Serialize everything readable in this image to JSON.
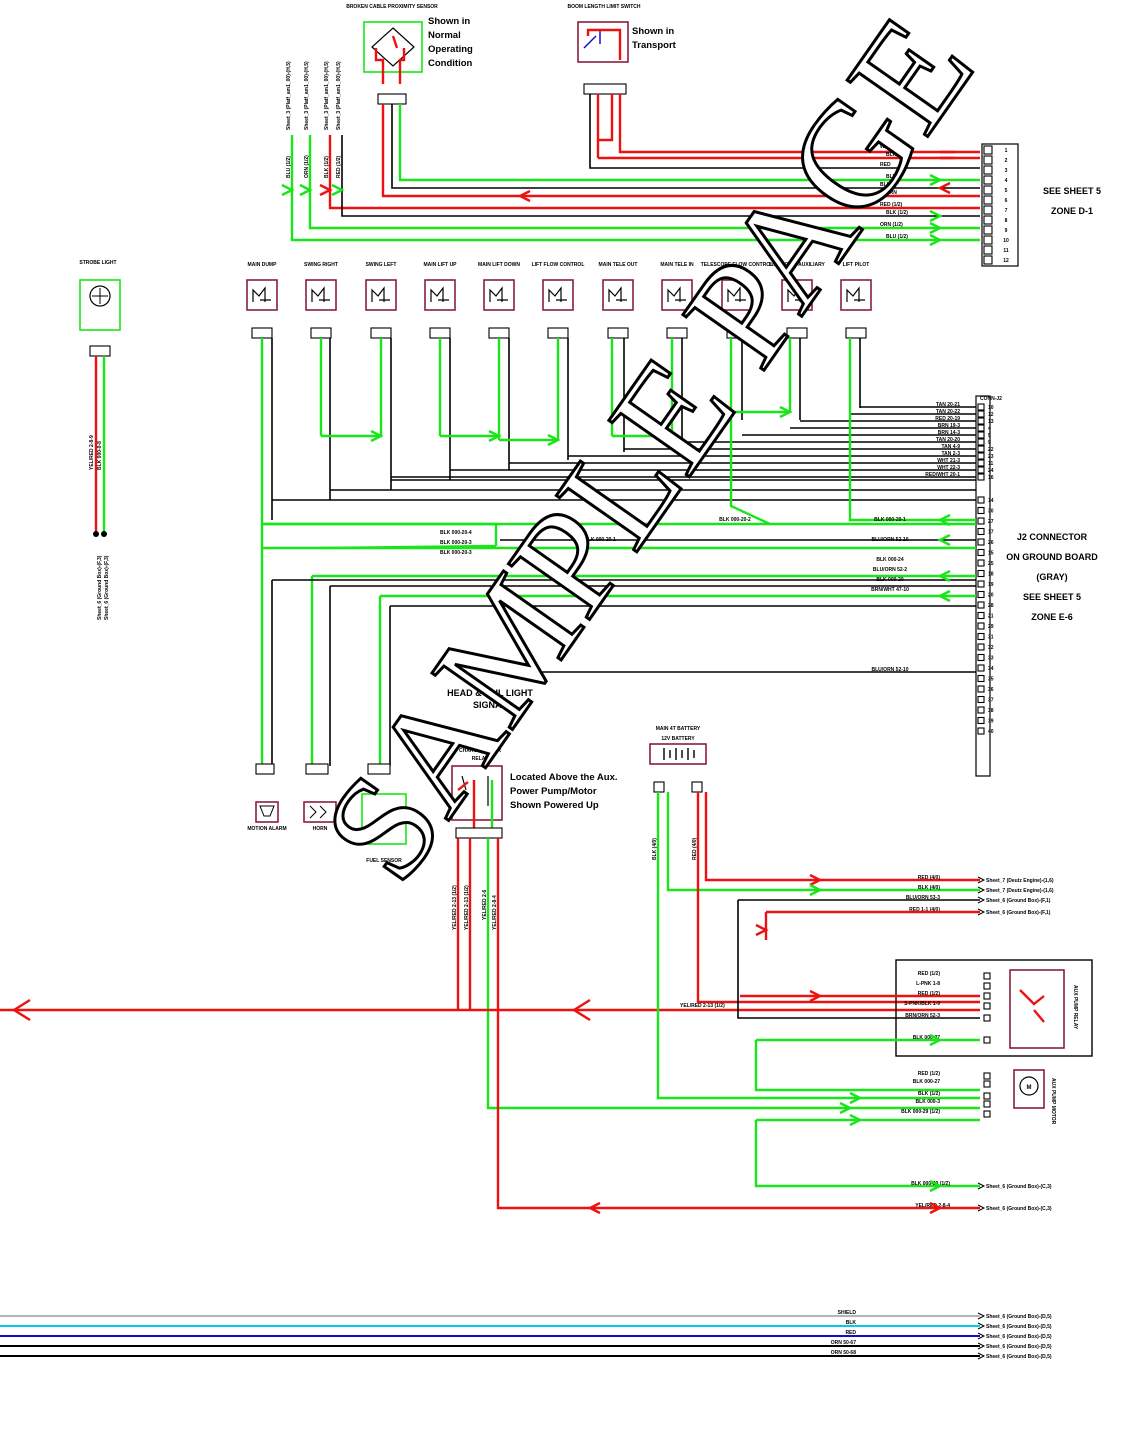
{
  "colors": {
    "green_wire": "#19e619",
    "red_wire": "#ee1111",
    "black_wire": "#000000",
    "component": "#8a1f3c",
    "light_blue": "#00ccee",
    "dark_blue": "#1010cc",
    "gray": "#b5b5b5"
  },
  "top": {
    "proximity": {
      "title": "BROKEN CABLE PROXIMITY SENSOR",
      "note": [
        "Shown in",
        "Normal",
        "Operating",
        "Condition"
      ]
    },
    "limit": {
      "title": "BOOM LENGTH LIMIT SWITCH",
      "note": [
        "Shown in",
        "Transport"
      ]
    },
    "wires": [
      "WHT",
      "BLK",
      "RED",
      "BLU",
      "BLK",
      "BRN",
      "RED (1/2)",
      "BLK (1/2)",
      "ORN (1/2)",
      "BLU (1/2)"
    ],
    "left_leads": [
      "Sheet_3 (Platf_am1_00)-(H,5)",
      "Sheet_3 (Platf_am1_00)-(H,5)",
      "Sheet_3 (Platf_am1_00)-(H,5)",
      "Sheet_3 (Platf_am1_00)-(H,5)"
    ],
    "left_wires": [
      "BLU (1/2)",
      "ORN (1/2)",
      "BLK (1/2)",
      "RED (1/2)"
    ],
    "sheet_ref": [
      "SEE SHEET 5",
      "ZONE D-1"
    ],
    "connector_pins": [
      "1",
      "2",
      "3",
      "4",
      "5",
      "6",
      "7",
      "8",
      "9",
      "10",
      "11",
      "12"
    ]
  },
  "strobe": {
    "title": "STROBE LIGHT",
    "wires": [
      "YEL/RED 2-8-9",
      "BLK 000-0-8"
    ],
    "leads": [
      "Sheet_6 (Ground Box)-(F,3)",
      "Sheet_6 (Ground Box)-(F,3)"
    ]
  },
  "valves": [
    {
      "label": "MAIN DUMP"
    },
    {
      "label": "SWING RIGHT"
    },
    {
      "label": "SWING LEFT"
    },
    {
      "label": "MAIN LIFT UP"
    },
    {
      "label": "MAIN LIFT DOWN"
    },
    {
      "label": "LIFT FLOW CONTROL"
    },
    {
      "label": "MAIN TELE OUT"
    },
    {
      "label": "MAIN TELE IN"
    },
    {
      "label": "TELESCOPE FLOW CONTROL"
    },
    {
      "label": "LIFT DOWN AUXILIARY"
    },
    {
      "label": "LIFT PILOT"
    }
  ],
  "j2": {
    "title": [
      "J2 CONNECTOR",
      "ON GROUND BOARD",
      "(GRAY)",
      "SEE SHEET 5",
      "ZONE E-6"
    ],
    "upper_wires": [
      "TAN 20-21",
      "TAN 20-22",
      "RED 20-19",
      "BRN 19-3",
      "BRN 14-3",
      "TAN 20-20",
      "TAN 4-9",
      "TAN 2-3",
      "WHT 21-3",
      "WHT 22-3",
      "RED/WHT 20-1"
    ],
    "upper_pins": [
      "10",
      "12",
      "13",
      "4",
      "5",
      "9",
      "22",
      "23",
      "11",
      "24",
      "16"
    ],
    "mid_wires": [
      "BLK 000-20-2",
      "BLK 000-20-1",
      "BLK 000-20-1",
      "BLU/ORN 52-10",
      "BLK 000-24",
      "BLU/ORN 52-2",
      "BLK 000-20",
      "BRN/WHT 47-10",
      "BLU/ORN 52-10"
    ],
    "left_wires": [
      "BLK 000-20-4",
      "BLK 000-20-3",
      "BLK 000-20-3"
    ],
    "lower_pins": [
      "14",
      "30",
      "27",
      "17",
      "26",
      "15",
      "25",
      "18",
      "19",
      "20",
      "28",
      "21",
      "29",
      "31",
      "32",
      "33",
      "34",
      "35",
      "36",
      "37",
      "38",
      "39",
      "40"
    ],
    "connector_label": "CONN-J2"
  },
  "headtail": {
    "label": [
      "HEAD & TAIL LIGHT",
      "SIGNAL"
    ]
  },
  "bottom_components": {
    "motion": "MOTION ALARM",
    "horn": "HORN",
    "fuel": "FUEL SENSOR"
  },
  "relay": {
    "title": [
      "CHARGE POWER",
      "RELAY"
    ],
    "note": [
      "Located Above the Aux.",
      "Power Pump/Motor",
      "Shown Powered Up"
    ],
    "wires": [
      "YEL/RED 2-13 (1/2)",
      "YEL/RED 2-13 (1/2)",
      "YEL/RED 2-6",
      "YEL/RED 2-8-4"
    ]
  },
  "battery": {
    "title": [
      "MAIN 4T BATTERY",
      "12V BATTERY"
    ],
    "wires": [
      "BLK (4/0)",
      "RED (4/0)"
    ]
  },
  "right_leads": [
    {
      "wire": "RED (4/0)",
      "dest": "Sheet_7 (Deutz Engine)-(1,6)"
    },
    {
      "wire": "BLK (4/0)",
      "dest": "Sheet_7 (Deutz Engine)-(1,6)"
    },
    {
      "wire": "BLU/ORN 53-3",
      "dest": "Sheet_6 (Ground Box)-(F,1)"
    },
    {
      "wire": "RED 1-1 (4/0)",
      "dest": "Sheet_6 (Ground Box)-(F,1)"
    }
  ],
  "aux_relay": {
    "title": "AUX PUMP RELAY",
    "wires": [
      "RED (1/2)",
      "L-PNK 1-8",
      "RED (1/2)",
      "S-PNK/BLK 1-9",
      "BRN/ORN 52-3",
      "BLK 000-27"
    ],
    "main_feed": "YEL/RED 2-13 (1/2)"
  },
  "aux_motor": {
    "title": "AUX PUMP MOTOR",
    "wires": [
      "RED (1/2)",
      "BLK 000-27",
      "BLK (1/2)",
      "BLK 000-3",
      "BLK 000-29 (1/2)"
    ]
  },
  "bottom_right": [
    {
      "wire": "BLK 000-29 (1/2)",
      "dest": "Sheet_6 (Ground Box)-(C,3)"
    },
    {
      "wire": "YEL/RED 2-8-4",
      "dest": "Sheet_6 (Ground Box)-(C,3)"
    }
  ],
  "bus": [
    {
      "wire": "SHIELD",
      "dest": "Sheet_6 (Ground Box)-(D,5)"
    },
    {
      "wire": "BLK",
      "dest": "Sheet_6 (Ground Box)-(D,5)"
    },
    {
      "wire": "RED",
      "dest": "Sheet_6 (Ground Box)-(D,5)"
    },
    {
      "wire": "ORN 50-67",
      "dest": "Sheet_6 (Ground Box)-(D,5)"
    },
    {
      "wire": "ORN 50-68",
      "dest": "Sheet_6 (Ground Box)-(D,5)"
    }
  ],
  "watermark": "SAMPLE PAGE"
}
